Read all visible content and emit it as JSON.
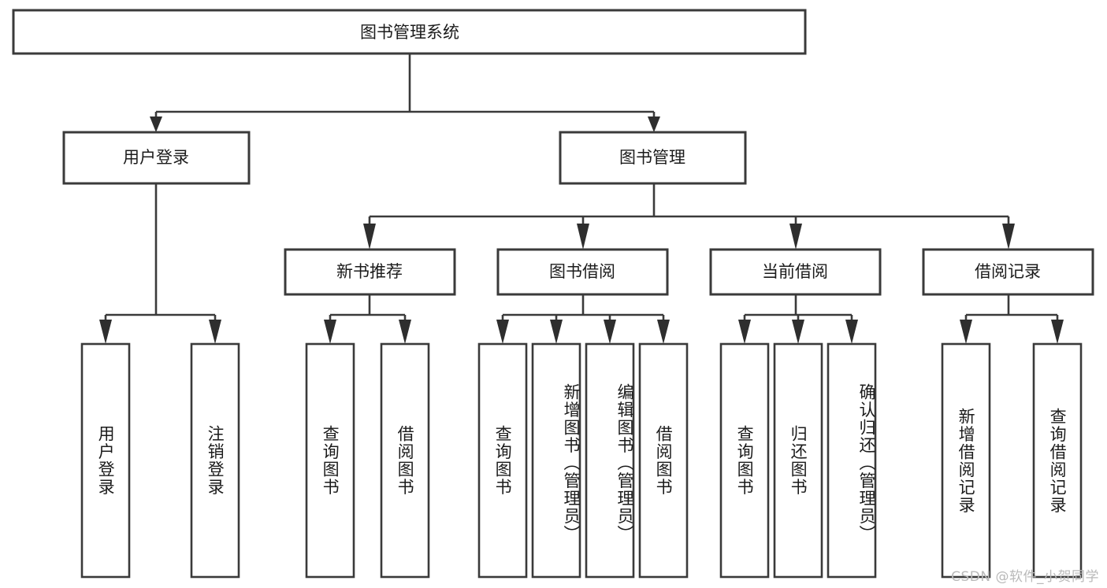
{
  "diagram": {
    "title": "图书管理系统",
    "type": "tree-hierarchy-chart",
    "root": {
      "label": "图书管理系统"
    },
    "level1": [
      {
        "label": "用户登录"
      },
      {
        "label": "图书管理"
      }
    ],
    "level2": [
      {
        "label": "新书推荐"
      },
      {
        "label": "图书借阅"
      },
      {
        "label": "当前借阅"
      },
      {
        "label": "借阅记录"
      }
    ],
    "leaves": {
      "user_login": [
        {
          "label": "用户登录"
        },
        {
          "label": "注销登录"
        }
      ],
      "new_book_recommend": [
        {
          "label": "查询图书"
        },
        {
          "label": "借阅图书"
        }
      ],
      "book_borrow": [
        {
          "label": "查询图书"
        },
        {
          "label": "新增图书（管理员）"
        },
        {
          "label": "编辑图书（管理员）"
        },
        {
          "label": "借阅图书"
        }
      ],
      "current_borrow": [
        {
          "label": "查询图书"
        },
        {
          "label": "归还图书"
        },
        {
          "label": "确认归还（管理员）"
        }
      ],
      "borrow_record": [
        {
          "label": "新增借阅记录"
        },
        {
          "label": "查询借阅记录"
        }
      ]
    }
  },
  "watermark": {
    "text": "CSDN @软件_小贺同学"
  },
  "colors": {
    "box_stroke": "#3a3a3a",
    "box_fill": "#ffffff",
    "text": "#1b1b1b",
    "connector": "#3a3a3a",
    "watermark": "#b9b9b9",
    "background": "#ffffff"
  }
}
